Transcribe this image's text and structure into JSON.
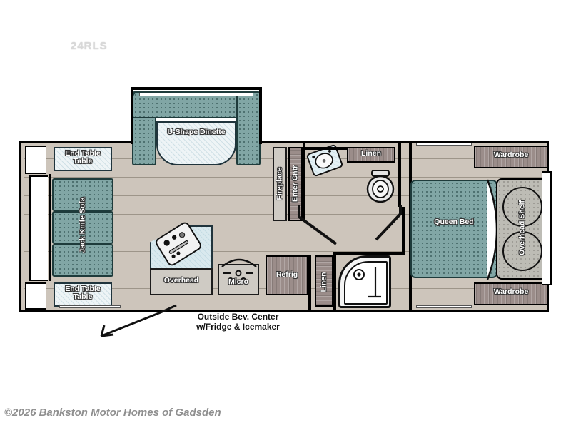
{
  "title": "24RLS",
  "copyright": "©2026 Bankston Motor Homes of Gadsden",
  "annotation": {
    "line1": "Outside Bev. Center",
    "line2": "w/Fridge & Icemaker"
  },
  "colors": {
    "floor": "#cdc5bb",
    "cushion": "#81a6a5",
    "wood": "#9b8d8a",
    "cabinet_light": "#eef4f6",
    "appliance": "#cfcbc4",
    "wall": "#000000",
    "title_text": "#d8d8d8",
    "copyright_text": "#8f8f8f"
  },
  "rooms": {
    "living": {
      "end_table_top": "End Table",
      "end_table_bottom": "End Table",
      "sofa": "Jack Knife Sofa",
      "dinette": "U-Shape Dinette"
    },
    "kitchen": {
      "overhead": "Overhead",
      "micro": "Micro",
      "refrig": "Refrig",
      "sink_icon": "sink-stove-icon"
    },
    "entertainment": {
      "fireplace": "Fireplace",
      "enter_cntr": "Enter Cntr"
    },
    "bath": {
      "linen_upper": "Linen",
      "linen_lower": "Linen",
      "sink_icon": "bath-sink-icon",
      "toilet_icon": "toilet-icon",
      "shower_icon": "shower-icon"
    },
    "bedroom": {
      "queen_bed": "Queen Bed",
      "overhead_shelf": "Overhead Shelf",
      "wardrobe_top": "Wardrobe",
      "wardrobe_bottom": "Wardrobe"
    }
  }
}
